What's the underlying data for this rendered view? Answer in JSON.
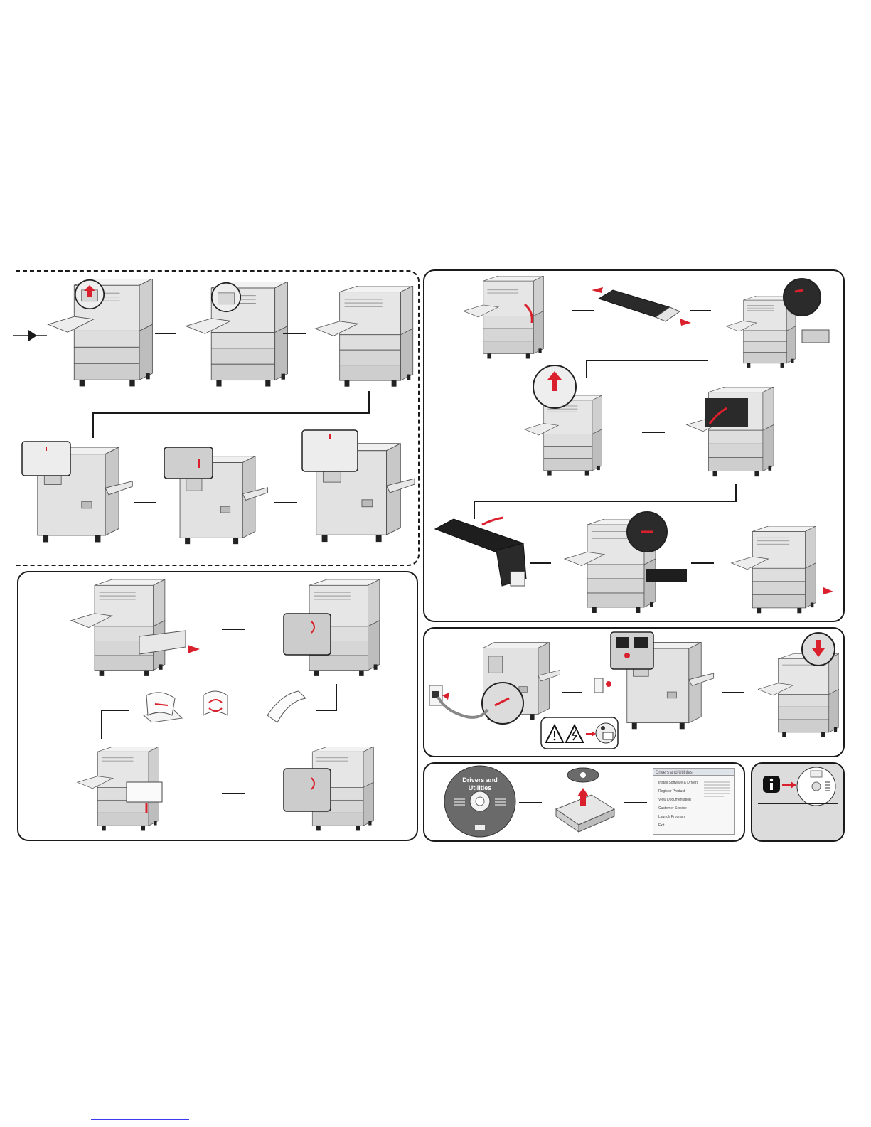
{
  "cd": {
    "label_line1": "Drivers and",
    "label_line2": "Utilities"
  },
  "drivers_window": {
    "title": "Drivers and Utilities",
    "menu_items": [
      "Install Software & Drivers",
      "Register Product",
      "View Documentation",
      "Customer Service",
      "Launch Program",
      "Exit"
    ]
  },
  "colors": {
    "accent": "#d9202c",
    "line": "#1a1a1a",
    "printer_body": "#e6e6e6",
    "printer_shade": "#c8c8c8",
    "link": "#3a3af0"
  },
  "icons": {
    "start": "play-arrow-icon",
    "caution": "warning-triangle-icon",
    "electric": "electric-hazard-icon",
    "manual": "read-manual-icon",
    "info": "info-icon"
  }
}
